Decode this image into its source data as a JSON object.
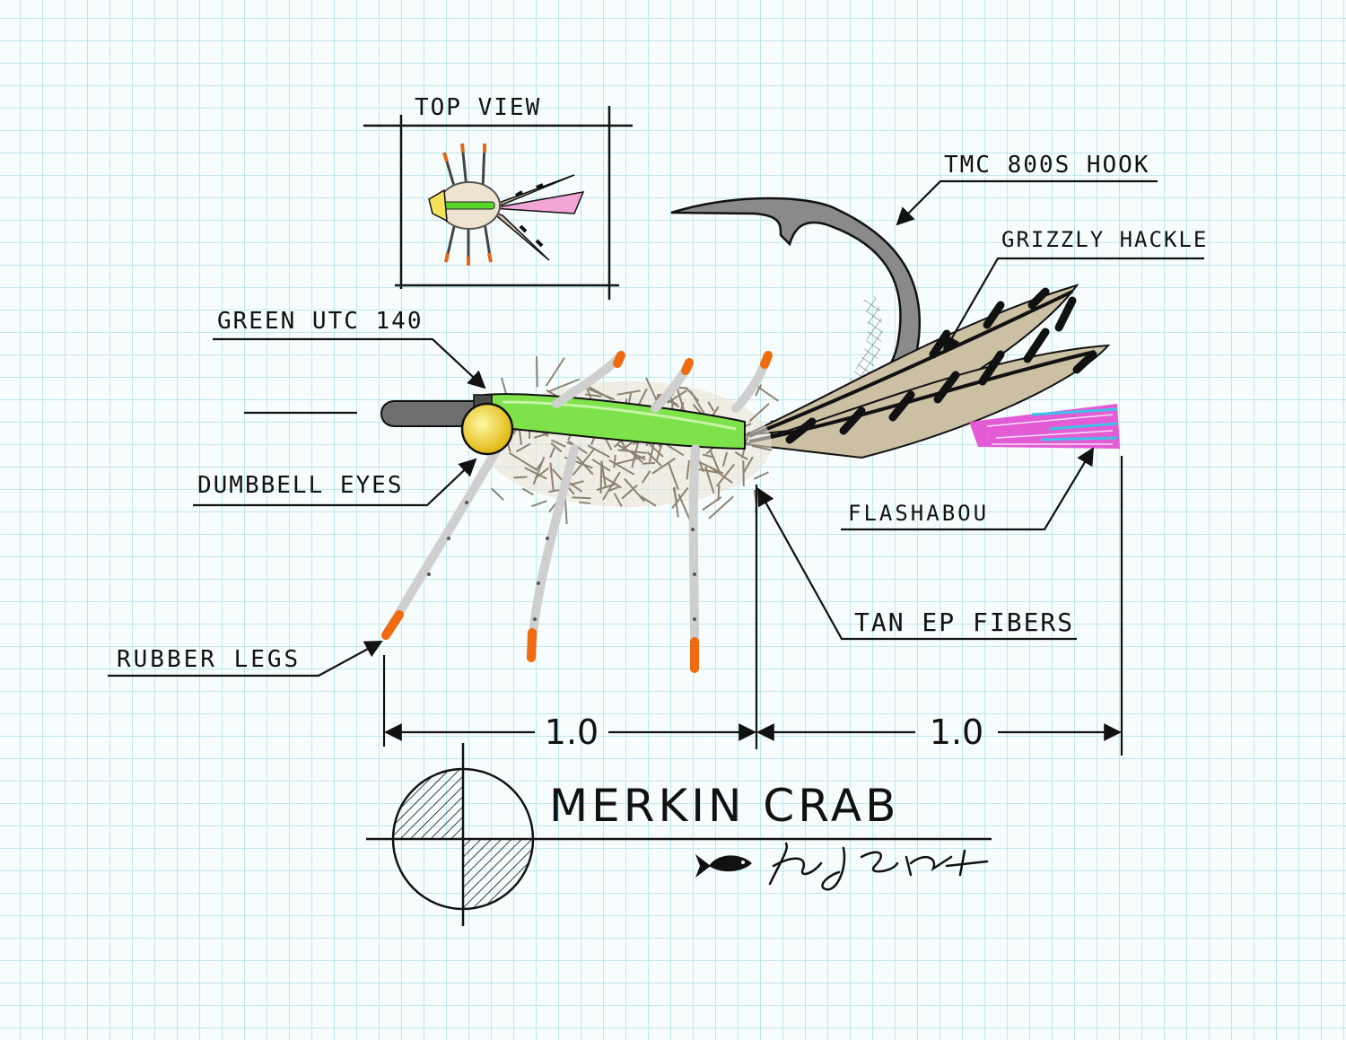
{
  "labels": {
    "top_view": "TOP VIEW",
    "hook": "TMC 800S HOOK",
    "hackle": "GRIZZLY HACKLE",
    "thread": "GREEN UTC 140",
    "eyes": "DUMBBELL EYES",
    "flash": "FLASHABOU",
    "fibers": "TAN EP FIBERS",
    "legs": "RUBBER LEGS"
  },
  "dimensions": {
    "body": "1.0",
    "tail": "1.0"
  },
  "title": "MERKIN CRAB",
  "colors": {
    "grid": "#bfe7ee",
    "ink": "#111111",
    "thread_green": "#7ee24a",
    "eyes_yellow": "#f2d21a",
    "fiber_tan": "#a89a83",
    "hackle_tan": "#cbbfa4",
    "flash_pink": "#e04ad0",
    "flash_blue": "#3fc1e6",
    "leg_tip_orange": "#f06a10",
    "hook_gray": "#7a7a7a"
  },
  "icons": [
    "fish-logo-icon",
    "signature-icon",
    "projection-symbol-icon"
  ]
}
